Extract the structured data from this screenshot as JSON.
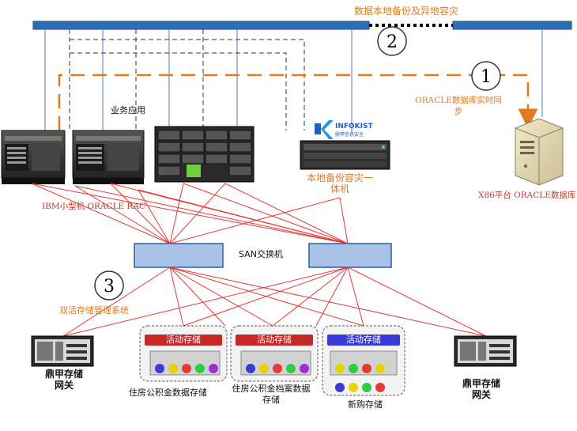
{
  "top_label": "数据本地备份及异地容灾",
  "app_label": "业务应用",
  "infokist": {
    "brand": "INFOKIST",
    "sub": "鼎甲信息安全"
  },
  "local_backup": "本地备份容灾一体机",
  "oracle_sync": "ORACLE数据库实时同步",
  "ibm_label": "IBM小型机 ORACLE RAC",
  "x86_label": "X86平台 ORACLE数据库",
  "san_label": "SAN交换机",
  "active_label": "双活存储管理系统",
  "gateway_left": "鼎甲存储网关",
  "gateway_right": "鼎甲存储网关",
  "storage_badge": "活动存储",
  "storage_1": "住房公积金数据存储",
  "storage_2": "住房公积金档案数据存储",
  "storage_3": "新购存储",
  "markers": [
    "1",
    "2",
    "3"
  ],
  "colors": {
    "bar_blue": "#2c6fb6",
    "orange": "#e07a1f",
    "red_line": "#e53935",
    "switch_blue": "#a9c4e8",
    "badge_red": "#c62828",
    "badge_blue": "#3a3ad6"
  }
}
